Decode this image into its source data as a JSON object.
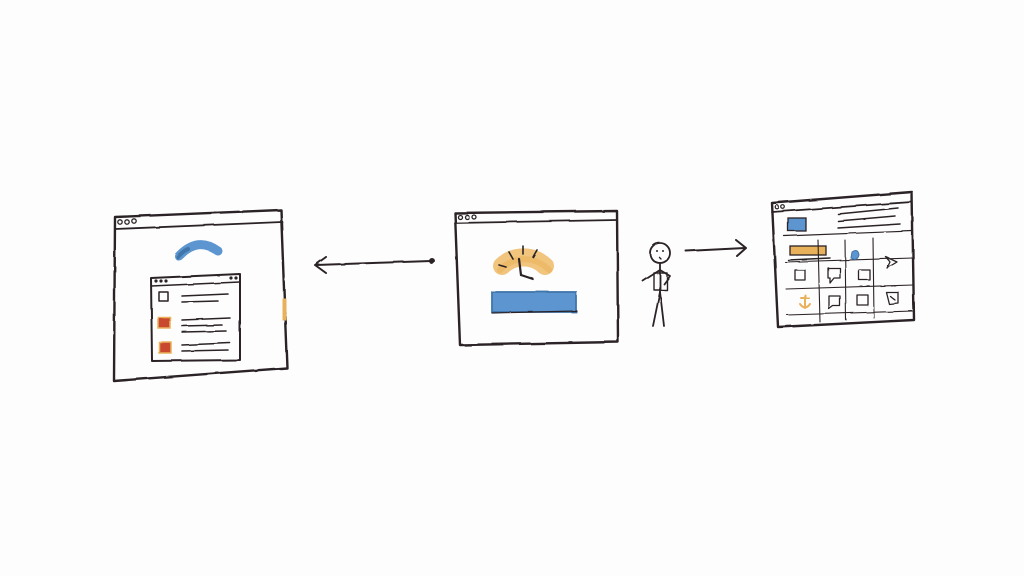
{
  "colors": {
    "ink": "#2b2426",
    "blue": "#5b95cf",
    "blue_dark": "#3f74aa",
    "orange": "#e9b25a",
    "orange_light": "#f1c57e",
    "red": "#c94a2e",
    "paper": "#fdfdfd"
  },
  "left_window": {
    "loading_state": "spinner",
    "dialog": {
      "rows": [
        {
          "check": "empty"
        },
        {
          "check": "red"
        },
        {
          "check": "red"
        }
      ]
    }
  },
  "middle_window": {
    "gauge": "speedometer",
    "bar": "filled"
  },
  "right_window": {
    "grid_icons": [
      "square-icon",
      "speech-bubble-icon",
      "blob-icon",
      "arrow-icon",
      "anchor-icon",
      "chat-icon",
      "square-icon",
      "note-icon"
    ]
  }
}
